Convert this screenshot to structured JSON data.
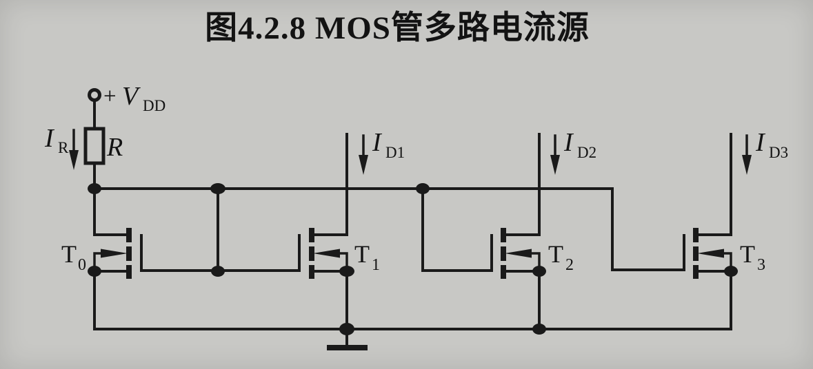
{
  "title": "图4.2.8  MOS管多路电流源",
  "colors": {
    "background": "#c8c8c5",
    "line": "#1a1a1a",
    "text": "#131313"
  },
  "power_supply": {
    "prefix": "+",
    "symbol": "V",
    "subscript": "DD"
  },
  "reference_branch": {
    "current_symbol": "I",
    "current_subscript": "R",
    "resistor_symbol": "R"
  },
  "output_currents": [
    {
      "symbol": "I",
      "subscript": "D1"
    },
    {
      "symbol": "I",
      "subscript": "D2"
    },
    {
      "symbol": "I",
      "subscript": "D3"
    }
  ],
  "transistors": [
    {
      "symbol": "T",
      "subscript": "0"
    },
    {
      "symbol": "T",
      "subscript": "1"
    },
    {
      "symbol": "T",
      "subscript": "2"
    },
    {
      "symbol": "T",
      "subscript": "3"
    }
  ]
}
